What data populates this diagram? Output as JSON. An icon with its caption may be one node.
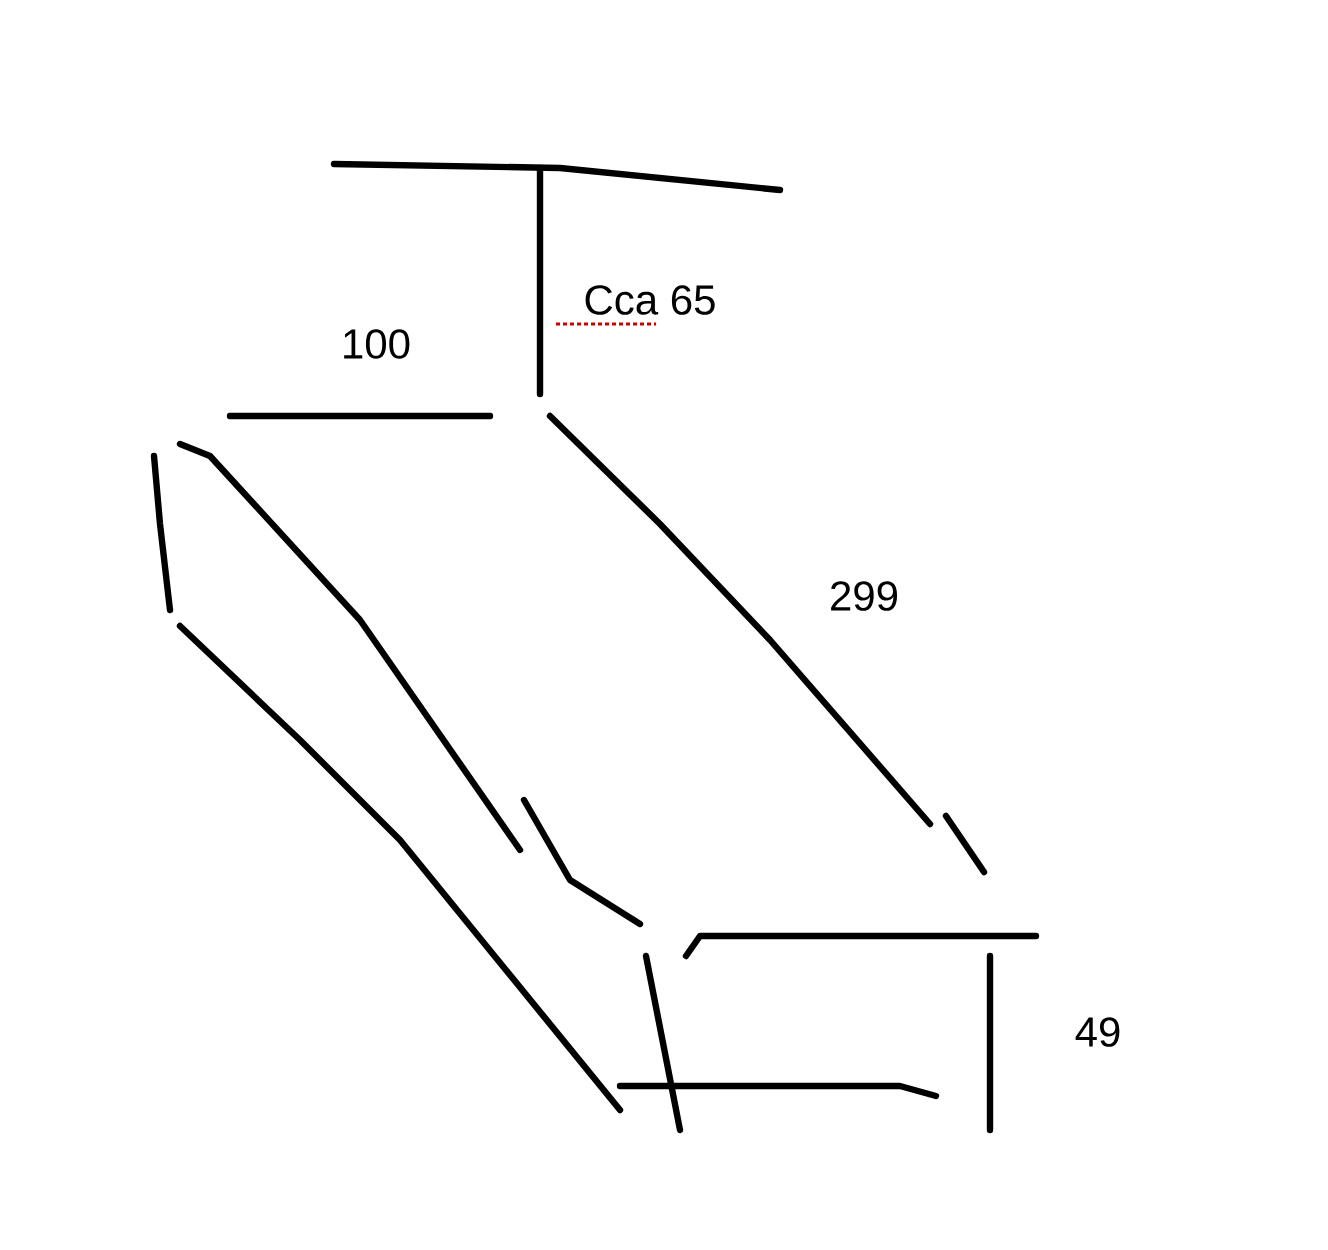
{
  "diagram": {
    "labels": [
      "Cca 65",
      "100",
      "299",
      "49"
    ]
  }
}
